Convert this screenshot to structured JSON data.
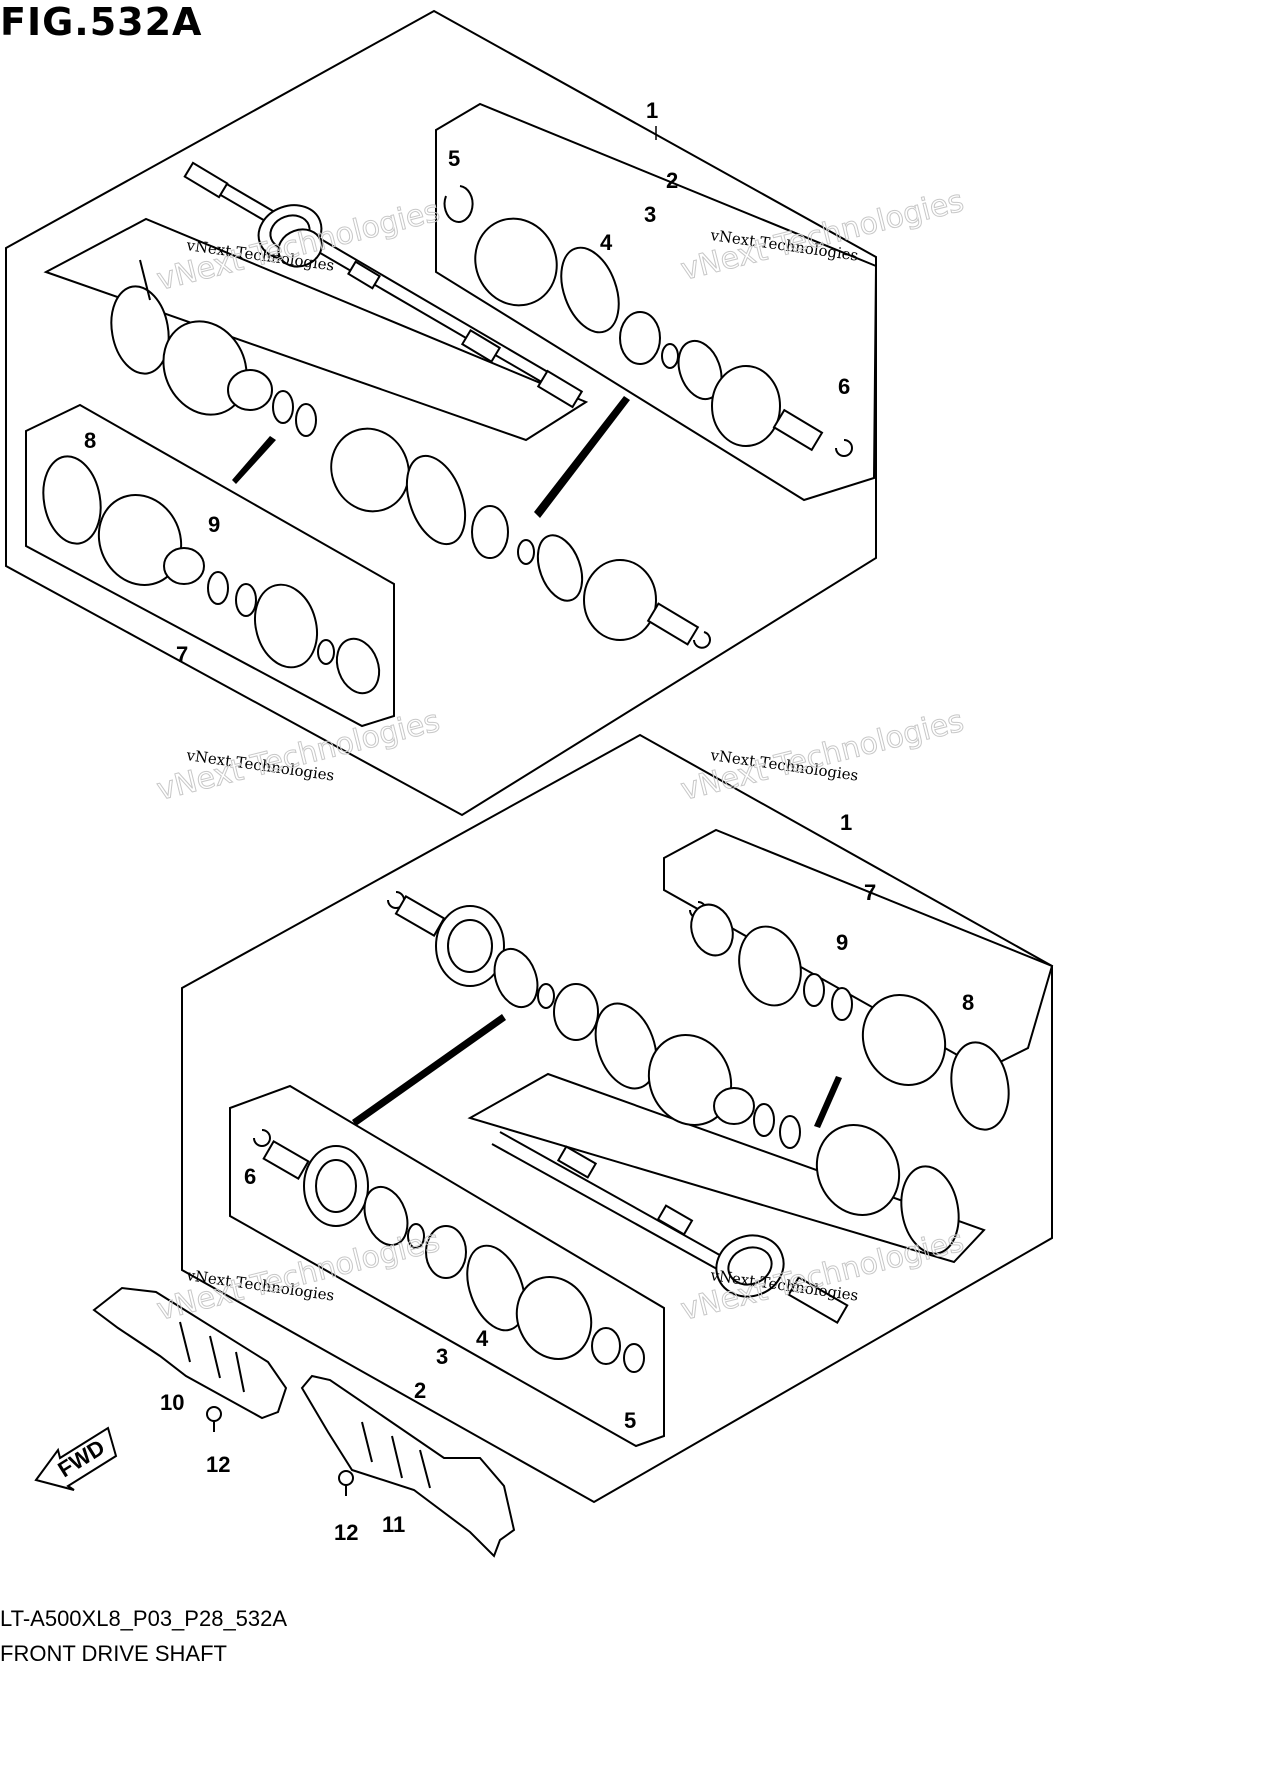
{
  "figure_title": "FIG.532A",
  "footer": {
    "code": "LT-A500XL8_P03_P28_532A",
    "name": "FRONT DRIVE SHAFT"
  },
  "watermark": {
    "line1": "vNext Technologies",
    "line2": "vNext Technologies"
  },
  "direction_label": "FWD",
  "callouts_upper": [
    "1",
    "2",
    "3",
    "4",
    "5",
    "6",
    "7",
    "8",
    "9"
  ],
  "callouts_lower": [
    "1",
    "2",
    "3",
    "4",
    "5",
    "6",
    "7",
    "8",
    "9",
    "10",
    "11",
    "12",
    "12"
  ]
}
